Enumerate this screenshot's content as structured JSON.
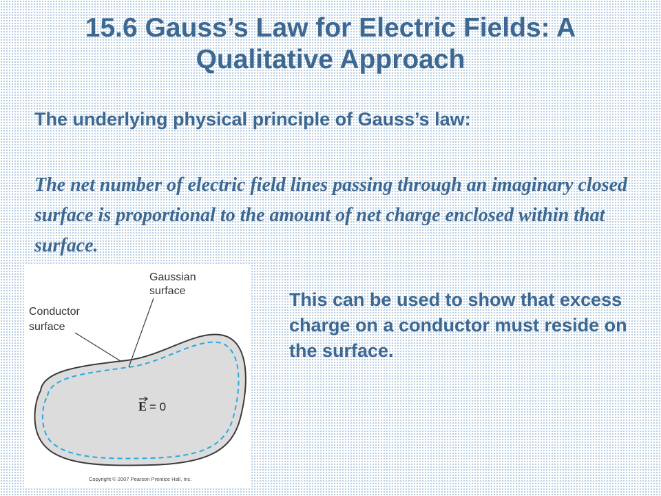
{
  "slide": {
    "title": "15.6 Gauss’s Law for Electric Fields: A Qualitative Approach",
    "heading": "The underlying physical principle of Gauss’s law:",
    "principle": "The net number of electric field lines passing through an imaginary closed surface is proportional to the amount of net charge enclosed within that surface.",
    "side_text": "This can be used to show that excess charge on a conductor must reside on the surface."
  },
  "figure": {
    "gaussian_label_line1": "Gaussian",
    "gaussian_label_line2": "surface",
    "conductor_label_line1": "Conductor",
    "conductor_label_line2": "surface",
    "field_symbol": "E",
    "field_equation": "= 0",
    "copyright": "Copyright © 2007 Pearson Prentice Hall, Inc.",
    "colors": {
      "conductor_fill": "#dcdcdc",
      "conductor_stroke": "#3a3a3a",
      "gaussian_stroke": "#29a8e0"
    }
  },
  "colors": {
    "text_blue": "#3d6891",
    "dot_pattern": "#b9cde3"
  }
}
